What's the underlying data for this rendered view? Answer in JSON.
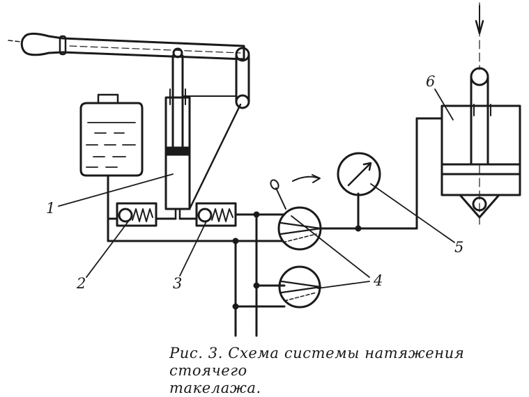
{
  "caption": {
    "line1": "Рис. 3. Схема системы натяжения стоячего",
    "line2": "такелажа."
  },
  "callouts": {
    "c1": "1",
    "c2": "2",
    "c3": "3",
    "c4": "4",
    "c5": "5",
    "c6": "6"
  }
}
